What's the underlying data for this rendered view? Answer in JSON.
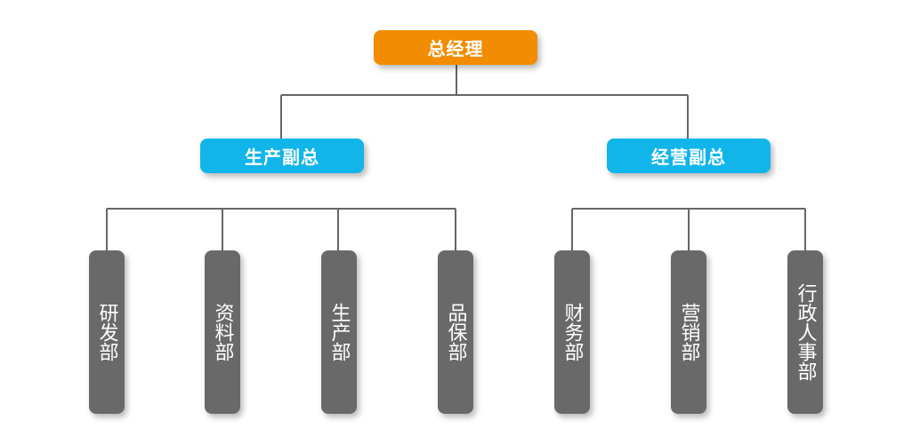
{
  "colors": {
    "ceo": "#F28C00",
    "vp": "#11B5EA",
    "dept": "#696969",
    "line": "#666666",
    "text": "#FFFFFF"
  },
  "ceo": {
    "label": "总经理"
  },
  "vps": [
    {
      "label": "生产副总"
    },
    {
      "label": "经营副总"
    }
  ],
  "depts": [
    {
      "label": "研发部"
    },
    {
      "label": "资料部"
    },
    {
      "label": "生产部"
    },
    {
      "label": "品保部"
    },
    {
      "label": "财务部"
    },
    {
      "label": "营销部"
    },
    {
      "label": "行政人事部"
    }
  ]
}
